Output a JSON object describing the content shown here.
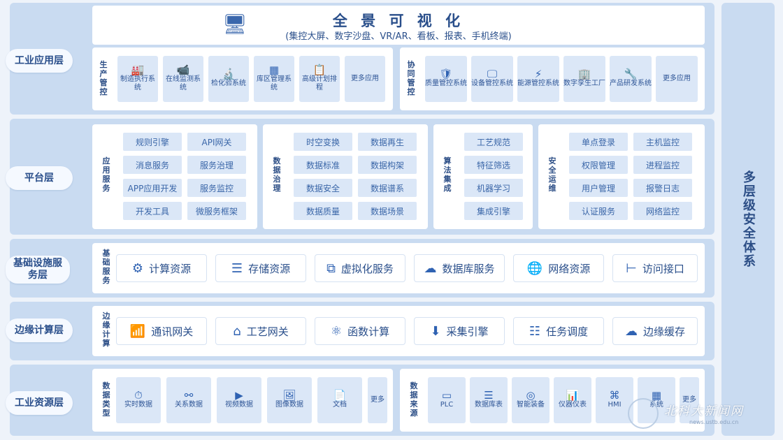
{
  "top": {
    "title": "全 景 可 视 化",
    "subtitle": "(集控大屏、数字沙盘、VR/AR、看板、报表、手机终端)"
  },
  "layers": {
    "app": "工业应用层",
    "platform": "平台层",
    "infra": "基础设施服务层",
    "edge": "边缘计算层",
    "resource": "工业资源层"
  },
  "app_layer": {
    "left_group": "生产管控",
    "left_items": [
      "制造执行系统",
      "在线监测系统",
      "检化验系统",
      "库区管理系统",
      "高级计划排程",
      "更多应用"
    ],
    "right_group": "协同管控",
    "right_items": [
      "质量管控系统",
      "设备管控系统",
      "能源管控系统",
      "数字孪生工厂",
      "产品研发系统",
      "更多应用"
    ]
  },
  "platform_layer": {
    "groups": [
      {
        "label": "应用服务",
        "items": [
          "规则引擎",
          "API网关",
          "消息服务",
          "服务治理",
          "APP应用开发",
          "服务监控",
          "开发工具",
          "微服务框架"
        ]
      },
      {
        "label": "数据治理",
        "items": [
          "时空变换",
          "数据再生",
          "数据标准",
          "数据构架",
          "数据安全",
          "数据谱系",
          "数据质量",
          "数据场景"
        ]
      },
      {
        "label": "算法集成",
        "items": [
          "工艺规范",
          "特征筛选",
          "机器学习",
          "集成引擎"
        ]
      },
      {
        "label": "安全运维",
        "items": [
          "单点登录",
          "主机监控",
          "权限管理",
          "进程监控",
          "用户管理",
          "报警日志",
          "认证服务",
          "网络监控"
        ]
      }
    ]
  },
  "infra_layer": {
    "group": "基础服务",
    "items": [
      "计算资源",
      "存储资源",
      "虚拟化服务",
      "数据库服务",
      "网络资源",
      "访问接口"
    ]
  },
  "edge_layer": {
    "group": "边缘计算",
    "items": [
      "通讯网关",
      "工艺网关",
      "函数计算",
      "采集引擎",
      "任务调度",
      "边缘缓存"
    ]
  },
  "resource_layer": {
    "left_group": "数据类型",
    "left_items": [
      "实时数据",
      "关系数据",
      "视频数据",
      "图像数据",
      "文档",
      "更多"
    ],
    "right_group": "数据来源",
    "right_items": [
      "PLC",
      "数据库表",
      "智能装备",
      "仪器仪表",
      "HMI",
      "系统",
      "更多"
    ]
  },
  "security": "多层级安全体系",
  "watermark": {
    "title": "北科大新闻网",
    "url": "news.ustb.edu.cn"
  }
}
